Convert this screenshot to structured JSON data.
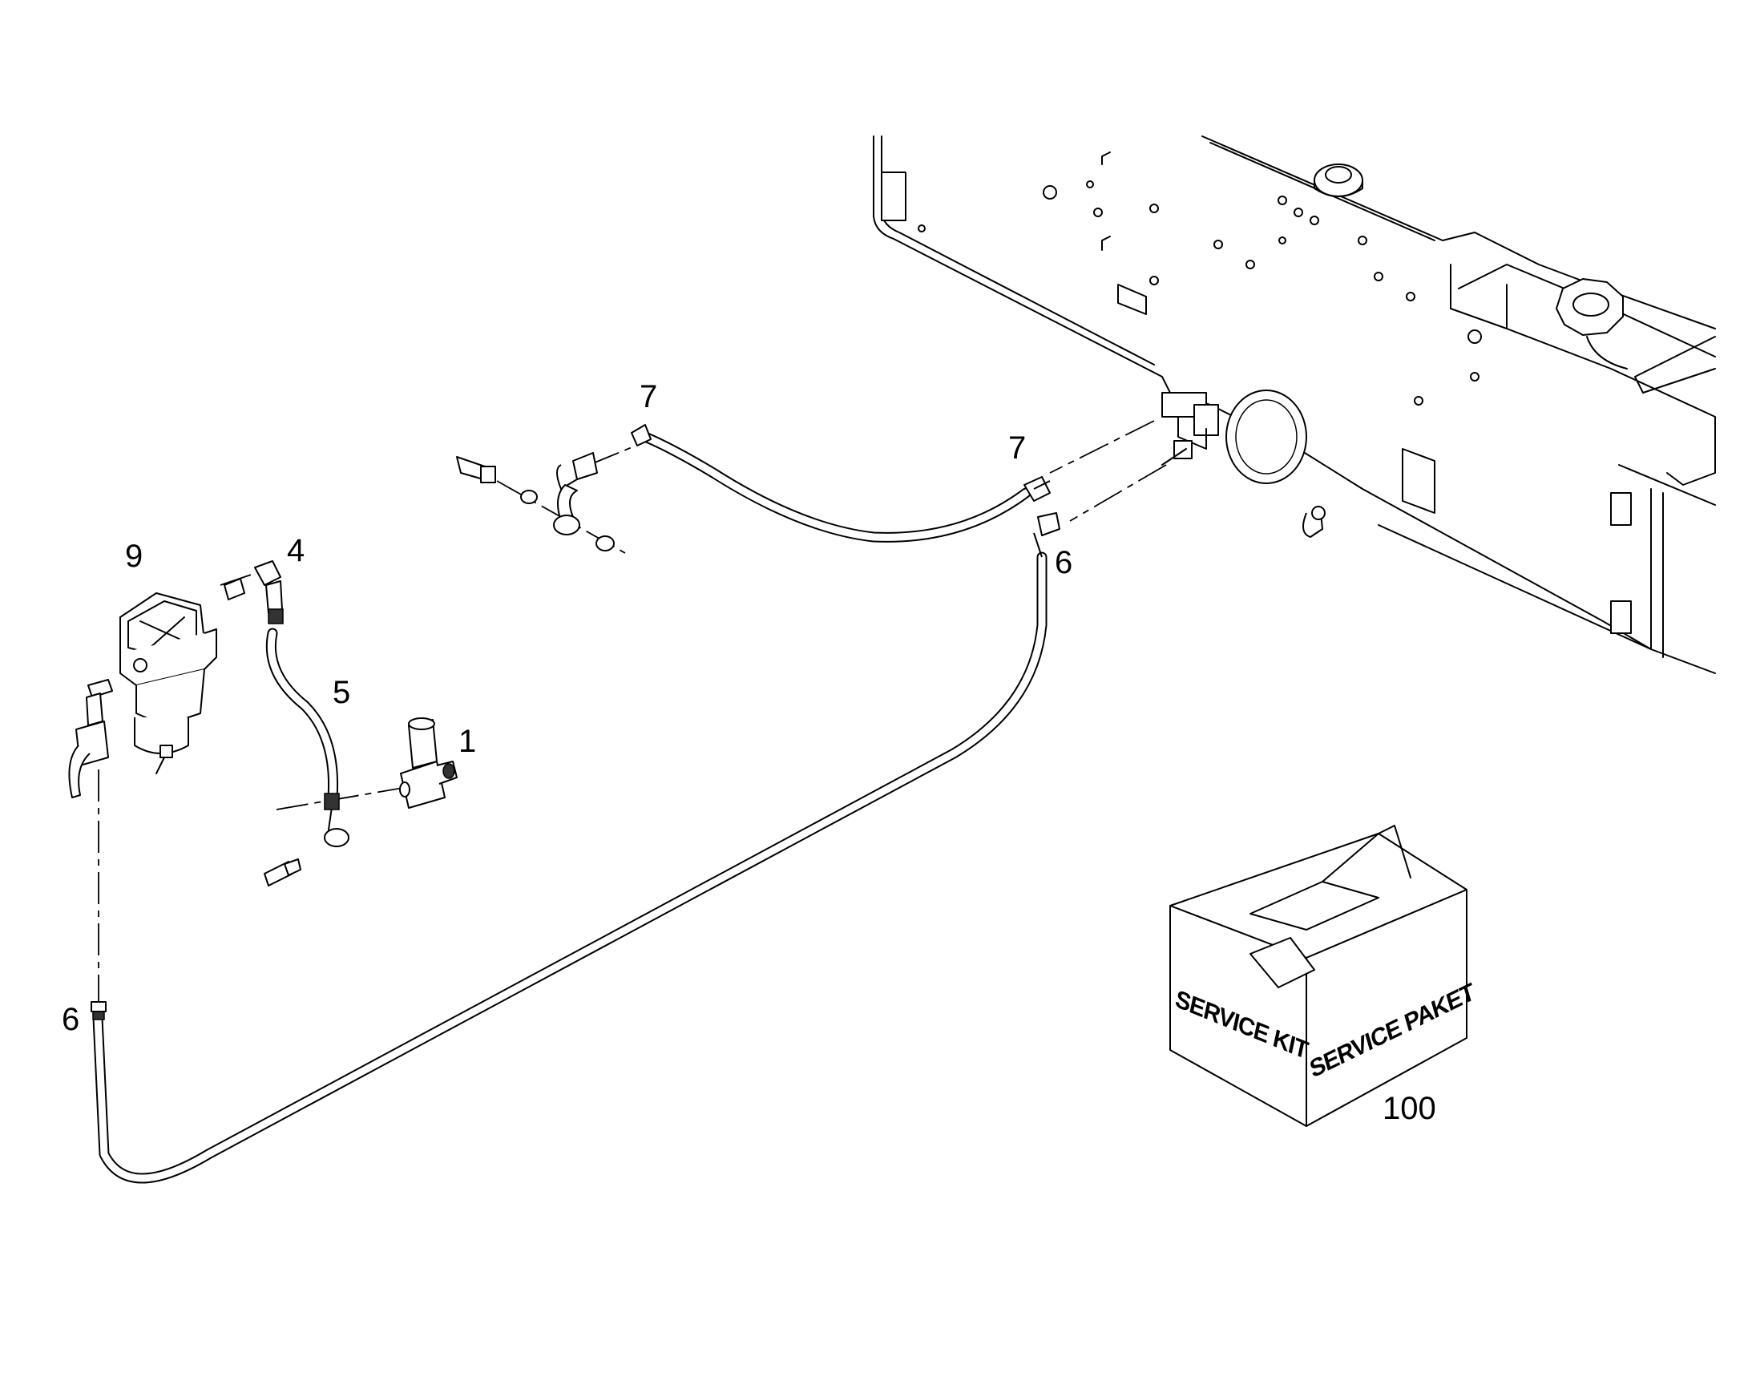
{
  "callouts": {
    "c1": "1",
    "c4": "4",
    "c5": "5",
    "c6a": "6",
    "c6b": "6",
    "c7a": "7",
    "c7b": "7",
    "c9": "9",
    "c100": "100"
  },
  "service_box": {
    "side_left": "SERVICE KIT",
    "side_right": "SERVICE PAKET"
  }
}
